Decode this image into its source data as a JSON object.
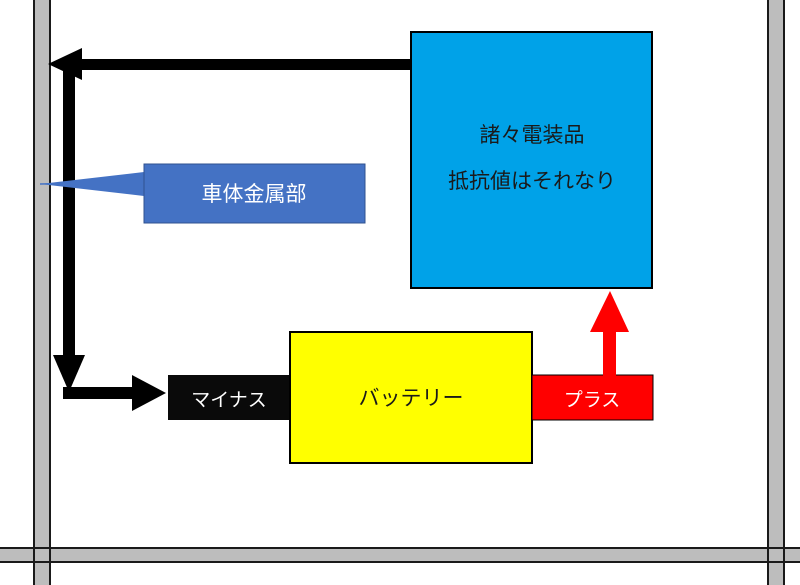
{
  "colors": {
    "frame_dark": "#1a1a1a",
    "frame_gray": "#bdbdbd",
    "device_fill": "#00a2e8",
    "callout_fill": "#4472c4",
    "battery_fill": "#ffff00",
    "minus_fill": "#0a0a0a",
    "plus_fill": "#ff0000",
    "wire": "#000000",
    "plus_arrow": "#ff0000"
  },
  "nodes": {
    "device": {
      "line1": "諸々電装品",
      "line2": "抵抗値はそれなり"
    },
    "body_callout": {
      "label": "車体金属部"
    },
    "battery": {
      "label": "バッテリー"
    },
    "minus_terminal": {
      "label": "マイナス"
    },
    "plus_terminal": {
      "label": "プラス"
    }
  }
}
